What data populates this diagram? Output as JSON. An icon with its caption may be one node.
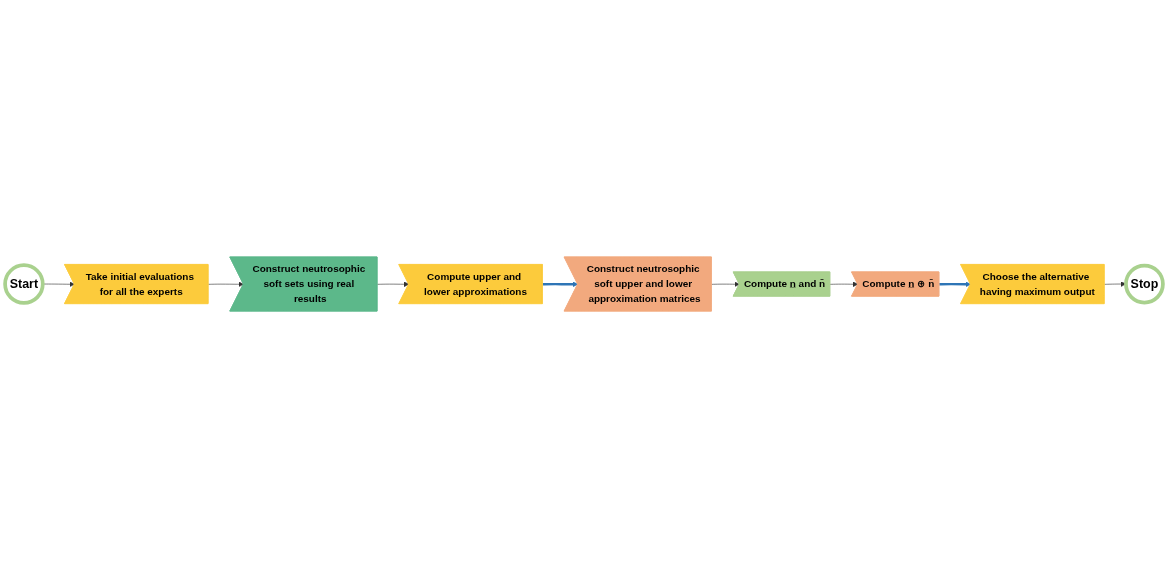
{
  "diagram": {
    "nodes": [
      {
        "text": [
          "Start"
        ]
      },
      {
        "text": [
          "Take initial evaluations for all the experts"
        ]
      },
      {
        "text": [
          "Construct neutrosophic soft sets using real results"
        ]
      },
      {
        "text": [
          "Compute upper and lower approximations"
        ]
      },
      {
        "text": [
          "Construct neutrosophic soft upper and lower approximation matrices"
        ]
      },
      {
        "text": [
          "Compute n̲ and n̄"
        ]
      },
      {
        "text": [
          "Compute n̲ ⊕ n̄"
        ]
      },
      {
        "text": [
          "Choose the alternative having maximum output"
        ]
      },
      {
        "text": [
          "Stop"
        ]
      }
    ],
    "edges": [
      {
        "from": 0,
        "to": 1,
        "arrow": "to"
      },
      {
        "from": 1,
        "to": 2,
        "arrow": "to"
      },
      {
        "from": 2,
        "to": 3,
        "arrow": "to"
      },
      {
        "from": 3,
        "to": 4,
        "arrow": "to",
        "style": "thick",
        "color": "#2e75b6"
      },
      {
        "from": 4,
        "to": 5,
        "arrow": "to"
      },
      {
        "from": 5,
        "to": 6,
        "arrow": "to"
      },
      {
        "from": 6,
        "to": 7,
        "arrow": "to",
        "style": "thick",
        "color": "#2e75b6"
      },
      {
        "from": 7,
        "to": 8,
        "arrow": "to"
      }
    ]
  }
}
